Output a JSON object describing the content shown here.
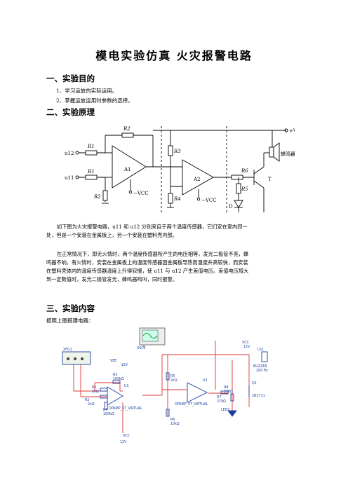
{
  "title": "模电实验仿真  火灾报警电路",
  "sections": {
    "purpose": {
      "heading": "一、实验目的",
      "items": [
        "1、学习运放的实际运用。",
        "2、掌握运放运用时参数的选择。"
      ]
    },
    "principle": {
      "heading": "二、实验原理",
      "para1_line1": "如下图为火灾报警电路，u11 和 u12 分别来自于两个温度传感器，它们安在室内同一",
      "para1_line2": "处，但是一个安装在金属板上，另一个安装在塑料壳内部。",
      "para2_line1": "在正常情况下，即无火情时，两个温度传感器所产生的电压相等，发光二极管不亮，蜂",
      "para2_line2": "鸣器不响，有火情时，安装在金属板上的温度传感器因金属板导热而温度升高较快，而安装",
      "para2_line3": "在塑料壳体内的温度传感器温度上升得较慢，使 u11 与 u12 产生差值电压。差值电压增大",
      "para2_line4": "到一定数值时，发光二极管发光，蜂鸣器鸣叫，同时报警。"
    },
    "content": {
      "heading": "三、实验内容",
      "intro": "按照上图搭建电路："
    }
  },
  "schematic": {
    "r1a": "R1",
    "r1b": "R1",
    "r2": "R2",
    "r3": "R3",
    "r4": "R4",
    "r5": "R5",
    "r6": "R6",
    "a1": "A1",
    "a2": "A2",
    "d": "D",
    "t": "T",
    "vcc_top": "+VCC",
    "vcc_a1": "−VCC",
    "vcc_a2": "−VCC",
    "u12": "u12",
    "u11": "u11",
    "buzzer": "蜂鸣器"
  },
  "simulation": {
    "xsc1": "XSC1",
    "xfg1": "XFG1",
    "vee": "VEE",
    "vee_v": "-12V",
    "vcc": "VCC",
    "vcc_v": "12V",
    "vcc_bottom": "VCC",
    "vcc_bottom_v": "12V",
    "r3": "R3",
    "r3v": "100kΩ",
    "r1": "R1",
    "r1v": "2kΩ",
    "r2": "R2",
    "r2v": "2kΩ",
    "r4": "R4",
    "r4v": "100kΩ",
    "u1": "U1",
    "u1m": "OPAMP_5T_VIRTUAL",
    "r5": "R5",
    "r5v": "2kΩ",
    "r6": "R6",
    "r6v": "10kΩ",
    "u2": "U2",
    "u2m": "OPAMP_5T_VIRTUAL",
    "r7": "R7",
    "r7v": "270Ω",
    "r8": "R8",
    "r8v": "270Ω",
    "led": "LED1",
    "q1": "Q1",
    "q1m": "2N1711",
    "ls1": "LS1",
    "bz": "BUZZER",
    "bzf": "200 Hz"
  }
}
